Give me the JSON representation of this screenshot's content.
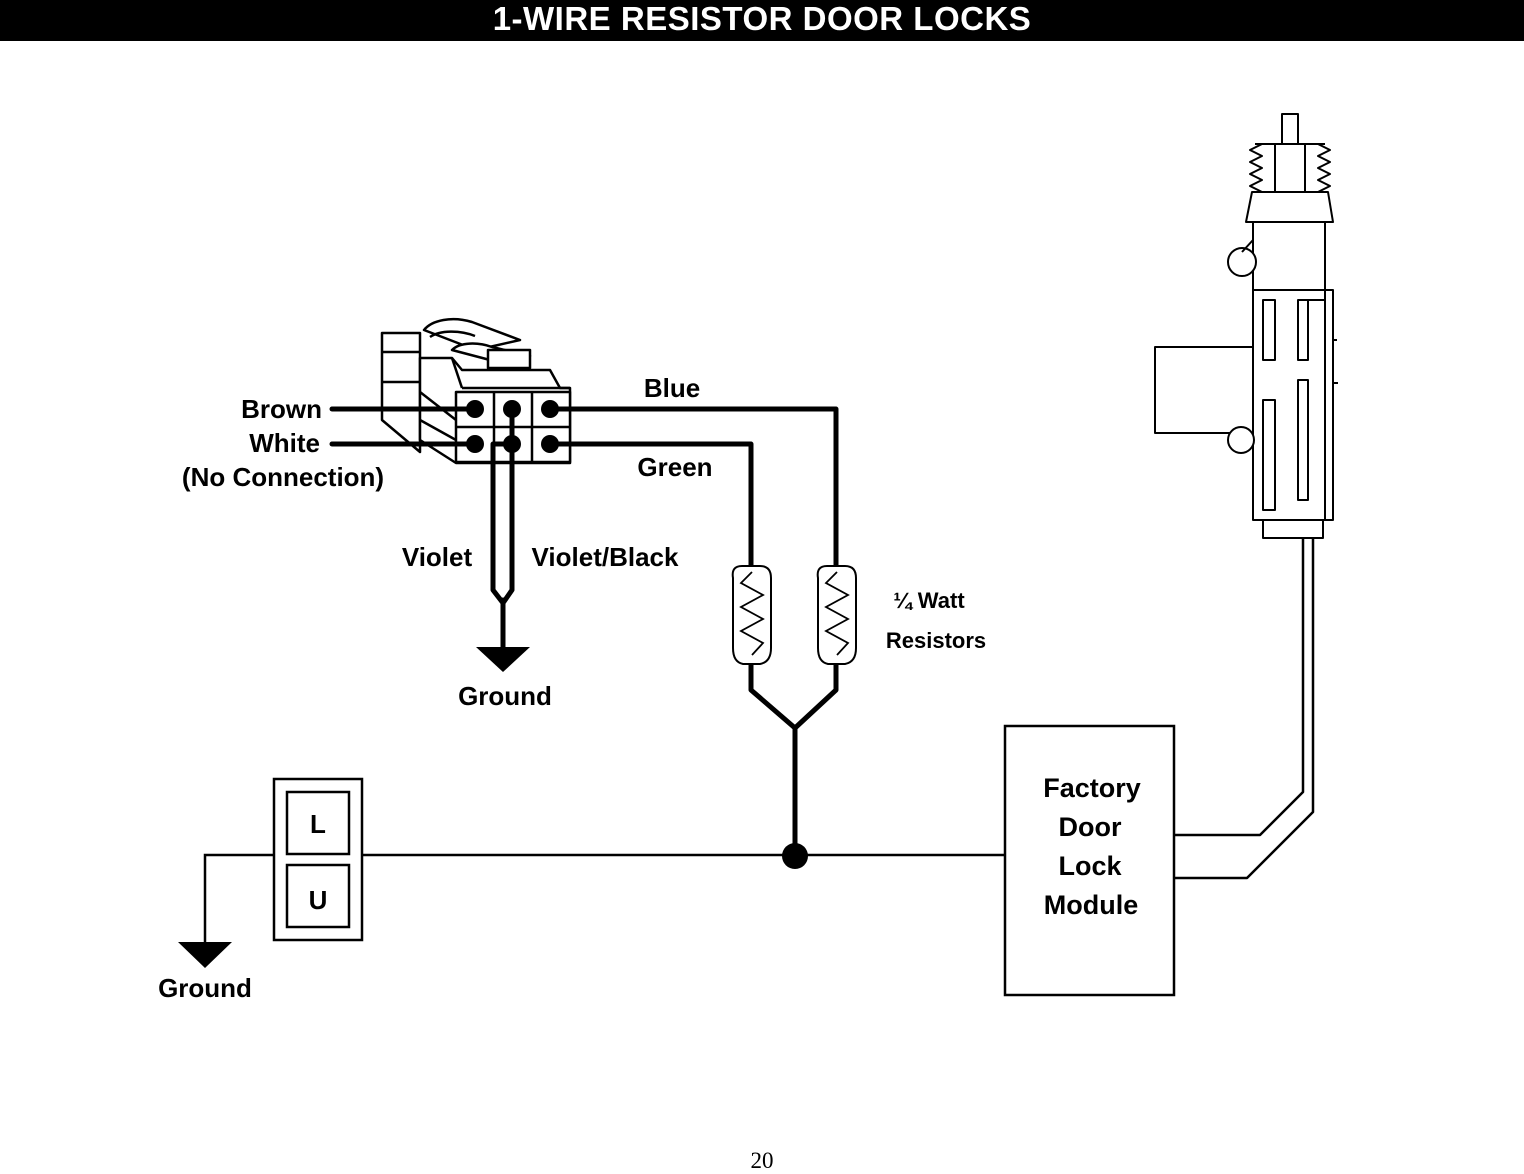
{
  "title": "1-WIRE RESISTOR DOOR LOCKS",
  "page_number": "20",
  "harness": {
    "brown": "Brown",
    "white": "White",
    "no_connection": "(No Connection)",
    "blue": "Blue",
    "green": "Green",
    "violet": "Violet",
    "violet_black": "Violet/Black",
    "ground": "Ground"
  },
  "resistors": {
    "watt": "¼ Watt",
    "label": "Resistors"
  },
  "switch": {
    "lock": "L",
    "unlock": "U",
    "ground": "Ground"
  },
  "module": {
    "line1": "Factory",
    "line2": "Door",
    "line3": "Lock",
    "line4": "Module"
  }
}
